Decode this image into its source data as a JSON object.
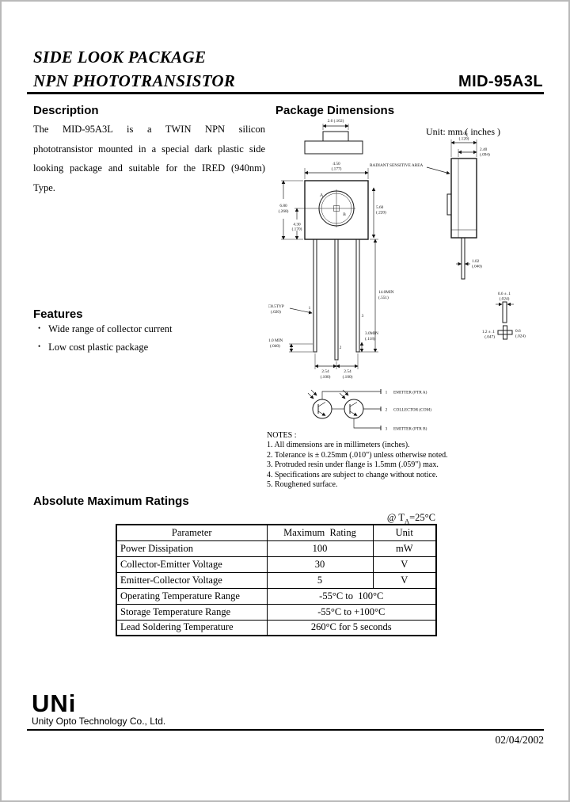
{
  "header": {
    "title_line1": "SIDE LOOK PACKAGE",
    "title_line2": "NPN PHOTOTRANSISTOR",
    "part_number": "MID-95A3L"
  },
  "description": {
    "heading": "Description",
    "body": "The MID-95A3L is a  TWIN  NPN silicon phototransistor mounted  in  a  special dark plastic side looking package and suitable for the IRED (940nm) Type."
  },
  "features": {
    "heading": "Features",
    "bullet": "•",
    "items": [
      "Wide range of collector current",
      "Low cost plastic package"
    ]
  },
  "pkg": {
    "heading": "Package Dimensions",
    "unit_note": "Unit: mm ( inches )",
    "radiant_label": "RADIANT SENSITIVE AREA",
    "labels": {
      "a": "A",
      "b": "B"
    },
    "lead_nums": [
      "1",
      "2",
      "3"
    ],
    "dims": {
      "top_tab": "2.6 (.102)",
      "width_mm": "4.50",
      "width_in": "(.177)",
      "height_mm": "6.80",
      "height_in": "(.268)",
      "lens_mm": "4.30",
      "lens_in": "(.170)",
      "right_mm": "5.60",
      "right_in": "(.220)",
      "depth_mm": "3.05",
      "depth_in": "(.120)",
      "body_mm": "2.40",
      "body_in": "(.094)",
      "leadw_mm": "1.02",
      "leadw_in": "(.040)",
      "len_mm": "14.0MIN",
      "len_in": "(.551)",
      "tip_mm": "3.0MIN",
      "tip_in": "(.118)",
      "stand_mm": "1.0 MIN",
      "stand_in": "(.040)",
      "sq_mm": "□0.5TYP",
      "sq_in": "(.020)",
      "p1_mm": "2.54",
      "p1_in": "(.100)",
      "p2_mm": "2.54",
      "p2_in": "(.100)",
      "d1_mm": "0.6 ± .1",
      "d1_in": "(.024)",
      "d2_mm": "1.2 ± .1",
      "d2_in": "(.047)",
      "d3_mm": "0.6",
      "d3_in": "(.024)"
    },
    "pins": [
      {
        "num": "1",
        "label": "EMITTER (PTR A)"
      },
      {
        "num": "2",
        "label": "COLLECTOR (COM)"
      },
      {
        "num": "3",
        "label": "EMITTER (PTR B)"
      }
    ],
    "notes_title": "NOTES :",
    "notes": [
      "1. All dimensions are in millimeters (inches).",
      "2. Tolerance is ± 0.25mm (.010\") unless otherwise noted.",
      "3. Protruded resin under flange is 1.5mm (.059\") max.",
      "4. Specifications are subject to change without notice.",
      "5. Roughened surface."
    ]
  },
  "ratings": {
    "heading": "Absolute Maximum Ratings",
    "cond_prefix": "@ T",
    "cond_sub": "A",
    "cond_suffix": "=25°C",
    "table": {
      "headers": [
        "Parameter",
        "Maximum  Rating",
        "Unit"
      ],
      "rows": [
        {
          "param": "Power Dissipation",
          "rating": "100",
          "unit": "mW"
        },
        {
          "param": "Collector-Emitter Voltage",
          "rating": "30",
          "unit": "V"
        },
        {
          "param": "Emitter-Collector Voltage",
          "rating": "5",
          "unit": "V"
        },
        {
          "param": "Operating Temperature Range",
          "rating": "-55°C to  100°C"
        },
        {
          "param": "Storage Temperature Range",
          "rating": "-55°C to +100°C"
        },
        {
          "param": "Lead Soldering Temperature",
          "rating": "260°C for 5 seconds"
        }
      ]
    }
  },
  "footer": {
    "logo": "UNi",
    "company": "Unity Opto Technology Co., Ltd.",
    "date": "02/04/2002"
  }
}
